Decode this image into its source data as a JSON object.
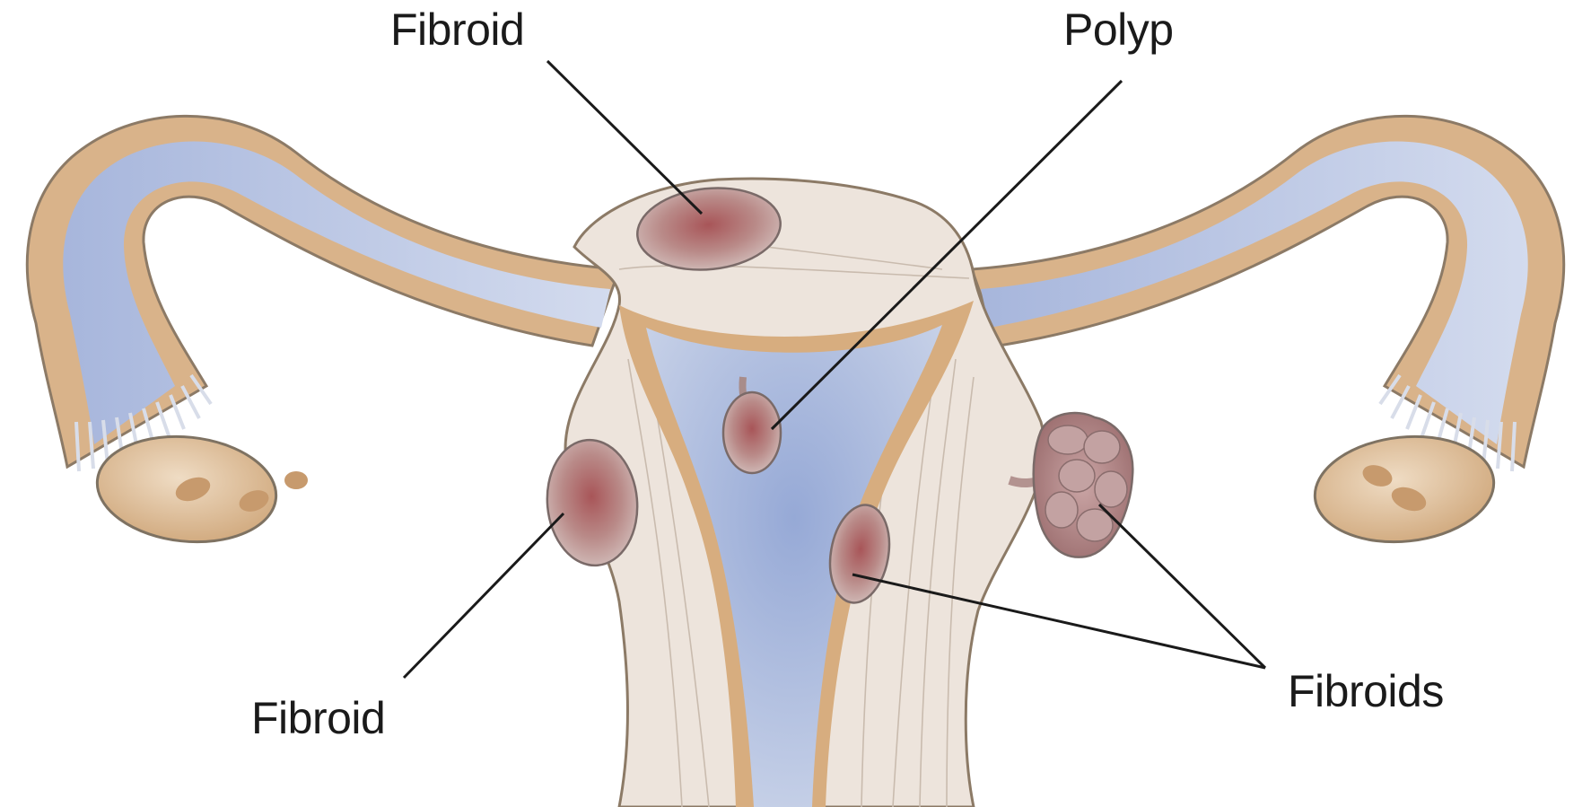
{
  "labels": {
    "fibroid_top": "Fibroid",
    "polyp": "Polyp",
    "fibroid_left": "Fibroid",
    "fibroids_right": "Fibroids"
  },
  "colors": {
    "tissue": "#d9b38a",
    "tissue_outline": "#8c7a66",
    "muscle": "#ede4dc",
    "cavity": "#b5c4e0",
    "tube_lumen": "#c9d3e8",
    "fibroid": "#a06a6e",
    "ovary": "#d7b48c",
    "leader_line": "#1a1a1a"
  }
}
